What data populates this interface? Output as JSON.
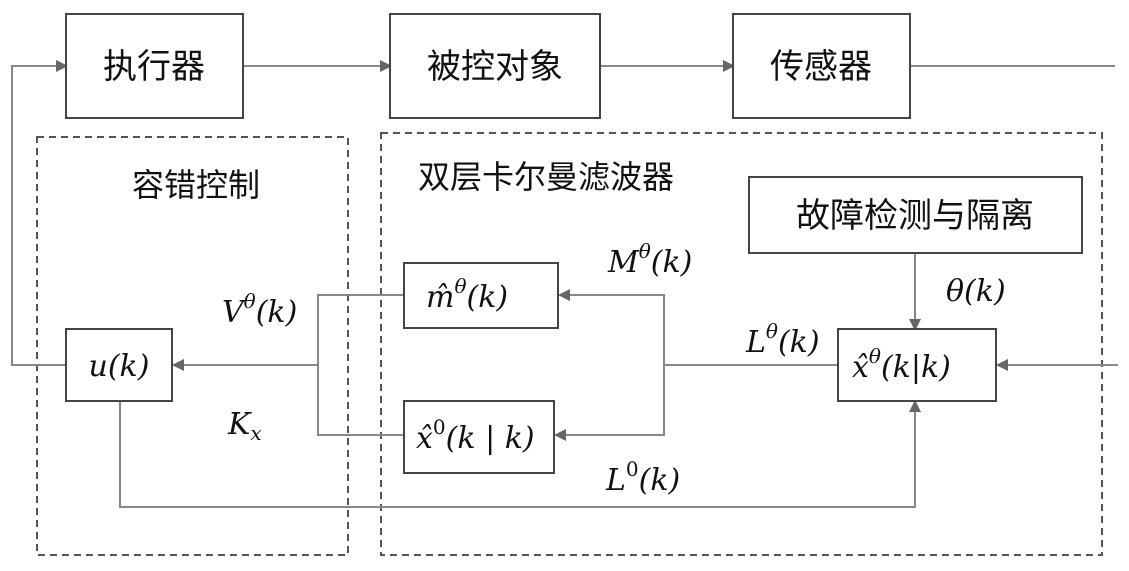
{
  "blocks": {
    "actuator": "执行器",
    "plant": "被控对象",
    "sensor": "传感器",
    "fdi": "故障检测与隔离"
  },
  "regions": {
    "ftc": "容错控制",
    "dual_kalman": "双层卡尔曼滤波器"
  },
  "math": {
    "u_block": "u(k)",
    "m_block_main": "m̂",
    "m_block_sup": "θ",
    "m_block_arg": "(k)",
    "x0_block_main": "x̂",
    "x0_block_sup": "0",
    "x0_block_arg": "(k | k)",
    "xtheta_block_main": "x̂",
    "xtheta_block_sup": "θ",
    "xtheta_block_arg": "(k|k)",
    "V_main": "V",
    "V_sup": "θ",
    "V_arg": "(k)",
    "M_main": "M",
    "M_sup": "θ",
    "M_arg": "(k)",
    "Ltheta_main": "L",
    "Ltheta_sup": "θ",
    "Ltheta_arg": "(k)",
    "L0_main": "L",
    "L0_sup": "0",
    "L0_arg": "(k)",
    "Kx_main": "K",
    "Kx_sub": "x",
    "theta_label": "θ(k)"
  },
  "colors": {
    "wire": "#888888",
    "box_border": "#444444",
    "text": "#111111"
  }
}
